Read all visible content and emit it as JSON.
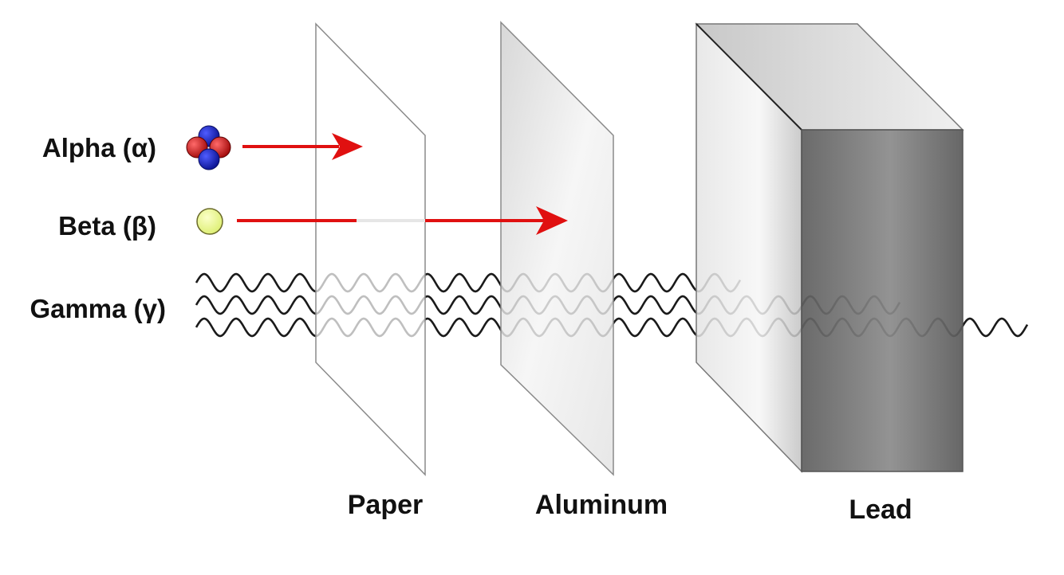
{
  "radiation_labels": {
    "alpha": "Alpha (α)",
    "beta": "Beta (β)",
    "gamma": "Gamma (γ)"
  },
  "material_labels": {
    "paper": "Paper",
    "aluminum": "Aluminum",
    "lead": "Lead"
  },
  "colors": {
    "arrow": "#e01010",
    "proton": "#d21414",
    "neutron": "#1420c8",
    "beta_particle": "#eef98a",
    "wave": "#1a1a1a",
    "lead_front": "#7a7a7a",
    "lead_side": "#e8e8e8",
    "lead_top": "#d0d0d0",
    "aluminum_fill": "#e6e6e6",
    "paper_fill": "#fbfbfb"
  },
  "icons": [
    "alpha-particle-icon",
    "beta-particle-icon",
    "gamma-wave-icon"
  ]
}
